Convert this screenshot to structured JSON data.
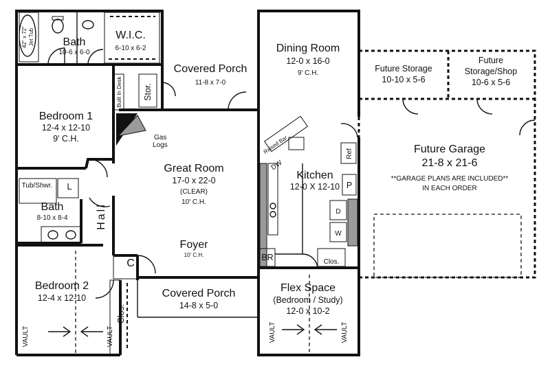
{
  "rooms": {
    "bath_master": {
      "name": "Bath",
      "dims": "10-6 x 6-0",
      "tub": [
        "42\" x 72\"",
        "Jet Tub"
      ]
    },
    "wic": {
      "name": "W.I.C.",
      "dims": "6-10 x 6-2"
    },
    "bedroom1": {
      "name": "Bedroom 1",
      "dims": "12-4 x 12-10",
      "ceiling": "9' C.H."
    },
    "covered_porch_rear": {
      "name": "Covered Porch",
      "dims": "11-8 x 7-0"
    },
    "dining": {
      "name": "Dining Room",
      "dims": "12-0 x 16-0",
      "ceiling": "9' C.H."
    },
    "future_storage": {
      "name": "Future Storage",
      "dims": "10-10 x 5-6"
    },
    "future_storage_shop": {
      "name_1": "Future",
      "name_2": "Storage/Shop",
      "dims": "10-6 x 5-6"
    },
    "future_garage": {
      "name": "Future Garage",
      "dims": "21-8 x 21-6",
      "note_1": "**GARAGE PLANS ARE INCLUDED**",
      "note_2": "IN EACH ORDER"
    },
    "great_room": {
      "name": "Great Room",
      "dims": "17-0 x 22-0",
      "clear": "(CLEAR)",
      "ceiling": "10' C.H."
    },
    "kitchen": {
      "name": "Kitchen",
      "dims": "12-0 X 12-10"
    },
    "bath2": {
      "name": "Bath",
      "dims": "8-10 x 8-4"
    },
    "foyer": {
      "name": "Foyer",
      "ceiling": "10' C.H."
    },
    "bedroom2": {
      "name": "Bedroom 2",
      "dims": "12-4 x 12-10"
    },
    "covered_porch_front": {
      "name": "Covered Porch",
      "dims": "14-8 x 5-0"
    },
    "flex": {
      "name": "Flex Space",
      "sub": "(Bedroom / Study)",
      "dims": "12-0 x 10-2"
    }
  },
  "labels": {
    "stor": "Stor.",
    "built_in_desk": "Built In Desk",
    "gas_logs_1": "Gas",
    "gas_logs_2": "Logs",
    "raised_bar": "Raised Bar",
    "dw": "DW",
    "ref": "Ref",
    "p": "P",
    "d": "D",
    "w": "W",
    "br": "BR",
    "clos": "Clos.",
    "c": "C",
    "hall": "Hall",
    "tub_shwr": "Tub/Shwr.",
    "l": "L",
    "vault": "VAULT"
  }
}
